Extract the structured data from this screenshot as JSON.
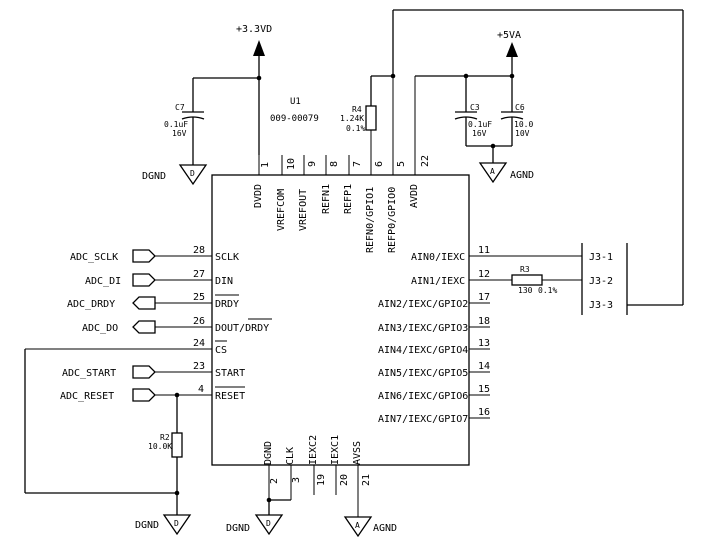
{
  "ic": {
    "ref": "U1",
    "part": "009-00079",
    "top_pins": [
      {
        "num": "1",
        "name": "DVDD"
      },
      {
        "num": "10",
        "name": "VREFCOM"
      },
      {
        "num": "9",
        "name": "VREFOUT"
      },
      {
        "num": "8",
        "name": "REFN1"
      },
      {
        "num": "7",
        "name": "REFP1"
      },
      {
        "num": "6",
        "name": "REFN0/GPIO1"
      },
      {
        "num": "5",
        "name": "REFP0/GPIO0"
      },
      {
        "num": "22",
        "name": "AVDD"
      }
    ],
    "left_pins": [
      {
        "num": "28",
        "name": "SCLK"
      },
      {
        "num": "27",
        "name": "DIN"
      },
      {
        "num": "25",
        "name": "DRDY"
      },
      {
        "num": "26",
        "name_a": "DOUT/",
        "name_b": "DRDY"
      },
      {
        "num": "24",
        "name": "CS"
      },
      {
        "num": "23",
        "name": "START"
      },
      {
        "num": "4",
        "name": "RESET"
      }
    ],
    "right_pins": [
      {
        "num": "11",
        "name": "AIN0/IEXC"
      },
      {
        "num": "12",
        "name": "AIN1/IEXC"
      },
      {
        "num": "17",
        "name": "AIN2/IEXC/GPIO2"
      },
      {
        "num": "18",
        "name": "AIN3/IEXC/GPIO3"
      },
      {
        "num": "13",
        "name": "AIN4/IEXC/GPIO4"
      },
      {
        "num": "14",
        "name": "AIN5/IEXC/GPIO5"
      },
      {
        "num": "15",
        "name": "AIN6/IEXC/GPIO6"
      },
      {
        "num": "16",
        "name": "AIN7/IEXC/GPIO7"
      }
    ],
    "bottom_pins": [
      {
        "num": "2",
        "name": "DGND"
      },
      {
        "num": "3",
        "name": "CLK"
      },
      {
        "num": "19",
        "name": "IEXC2"
      },
      {
        "num": "20",
        "name": "IEXC1"
      },
      {
        "num": "21",
        "name": "AVSS"
      }
    ]
  },
  "signals": [
    "ADC_SCLK",
    "ADC_DI",
    "ADC_DRDY",
    "ADC_DO",
    "ADC_START",
    "ADC_RESET"
  ],
  "power": {
    "v33": "+3.3VD",
    "v5": "+5VA",
    "dgnd": "DGND",
    "agnd": "AGND"
  },
  "components": {
    "c7": {
      "ref": "C7",
      "value": "0.1uF",
      "voltage": "16V"
    },
    "c3": {
      "ref": "C3",
      "value": "0.1uF",
      "voltage": "16V"
    },
    "c6": {
      "ref": "C6",
      "value": "10.0",
      "voltage": "10V"
    },
    "r4": {
      "ref": "R4",
      "value": "1.24K",
      "tol": "0.1%"
    },
    "r3": {
      "ref": "R3",
      "value": "130",
      "tol": "0.1%"
    },
    "r2": {
      "ref": "R2",
      "value": "10.0K"
    }
  },
  "connector": {
    "pins": [
      "J3-1",
      "J3-2",
      "J3-3"
    ]
  }
}
